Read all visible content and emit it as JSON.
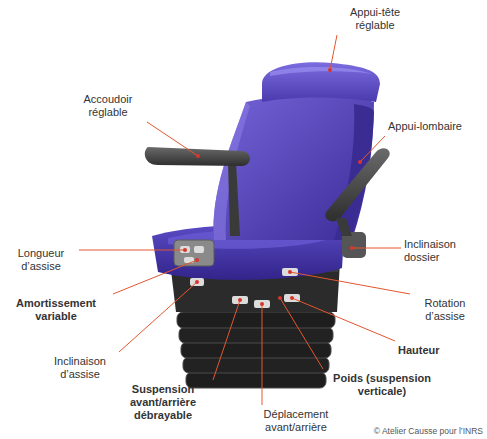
{
  "diagram": {
    "labels": [
      "Appui-tête réglable",
      "Accoudoir réglable",
      "Appui-lombaire",
      "Inclinaison dossier",
      "Longueur d’assise",
      "Amortissement variable",
      "Rotation d’assise",
      "Inclinaison d’assise",
      "Hauteur",
      "Suspension avant/arrière débrayable",
      "Poids (suspension verticale)",
      "Déplacement avant/arrière",
      "© Atelier Causse pour l’INRS"
    ]
  }
}
